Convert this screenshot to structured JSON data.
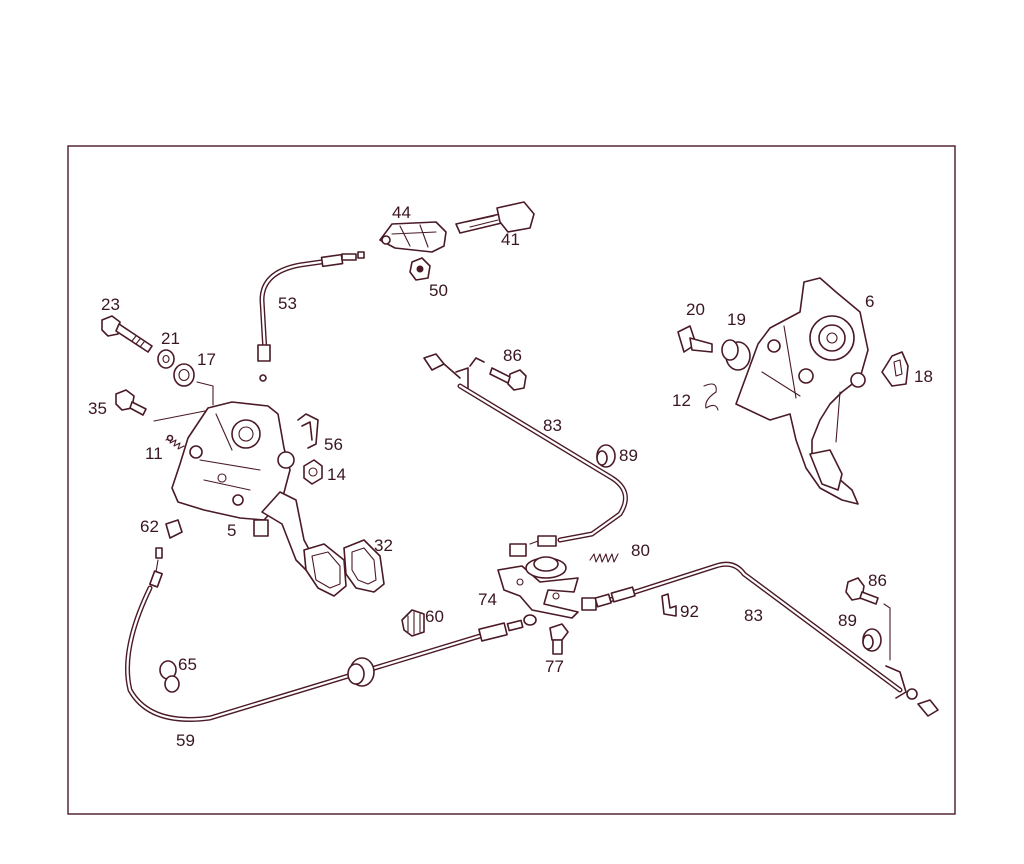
{
  "colors": {
    "line": "#4a1a26",
    "text": "#3a1620",
    "background": "#ffffff"
  },
  "labels": [
    "44",
    "41",
    "50",
    "53",
    "23",
    "21",
    "17",
    "35",
    "11",
    "56",
    "14",
    "62",
    "5",
    "32",
    "86",
    "83",
    "89",
    "20",
    "19",
    "6",
    "18",
    "12",
    "80",
    "74",
    "60",
    "92",
    "77",
    "65",
    "59",
    "83",
    "86",
    "89"
  ]
}
